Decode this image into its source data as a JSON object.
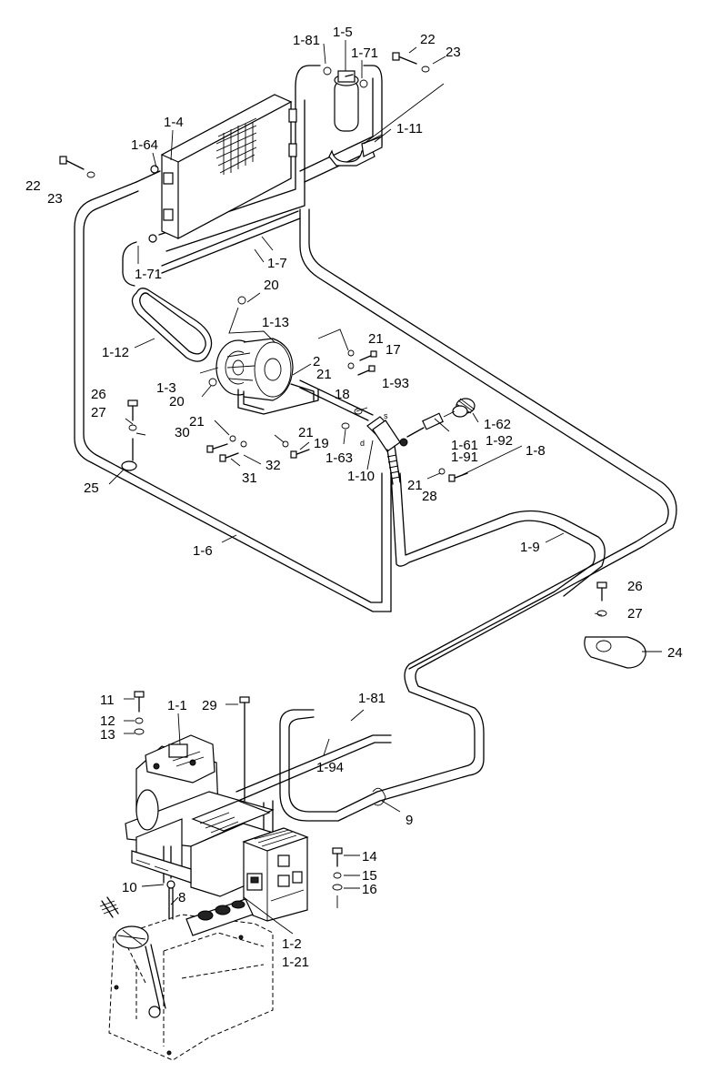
{
  "labels": {
    "p1_81_top": "1-81",
    "p1_5": "1-5",
    "p1_71_top": "1-71",
    "p22_top": "22",
    "p23_top": "23",
    "p1_4": "1-4",
    "p1_11": "1-11",
    "p1_64": "1-64",
    "p22_left": "22",
    "p23_left": "23",
    "p1_71_low": "1-71",
    "p1_7": "1-7",
    "p20_top": "20",
    "p1_13": "1-13",
    "p1_12": "1-12",
    "p21_a": "21",
    "p17": "17",
    "p2": "2",
    "p21_b": "21",
    "p1_3": "1-3",
    "p18": "18",
    "p1_93": "1-93",
    "p20_low": "20",
    "p26_left": "26",
    "p27_left": "27",
    "p21_c": "21",
    "p30": "30",
    "p21_d": "21",
    "p19": "19",
    "p1_63": "1-63",
    "p1_62": "1-62",
    "p1_92": "1-92",
    "p1_61": "1-61",
    "p1_91": "1-91",
    "p1_8": "1-8",
    "p32": "32",
    "p31": "31",
    "p1_10": "1-10",
    "p21_e": "21",
    "p28": "28",
    "p25": "25",
    "p1_6": "1-6",
    "p1_9": "1-9",
    "p26_right": "26",
    "p27_right": "27",
    "p24": "24",
    "p11": "11",
    "p1_1": "1-1",
    "p29": "29",
    "p1_81_low": "1-81",
    "p12": "12",
    "p13": "13",
    "p1_94": "1-94",
    "p9": "9",
    "p14": "14",
    "p15": "15",
    "p10": "10",
    "p8": "8",
    "p16": "16",
    "p1_2": "1-2",
    "p1_21": "1-21",
    "mark_s": "s",
    "mark_d": "d"
  }
}
